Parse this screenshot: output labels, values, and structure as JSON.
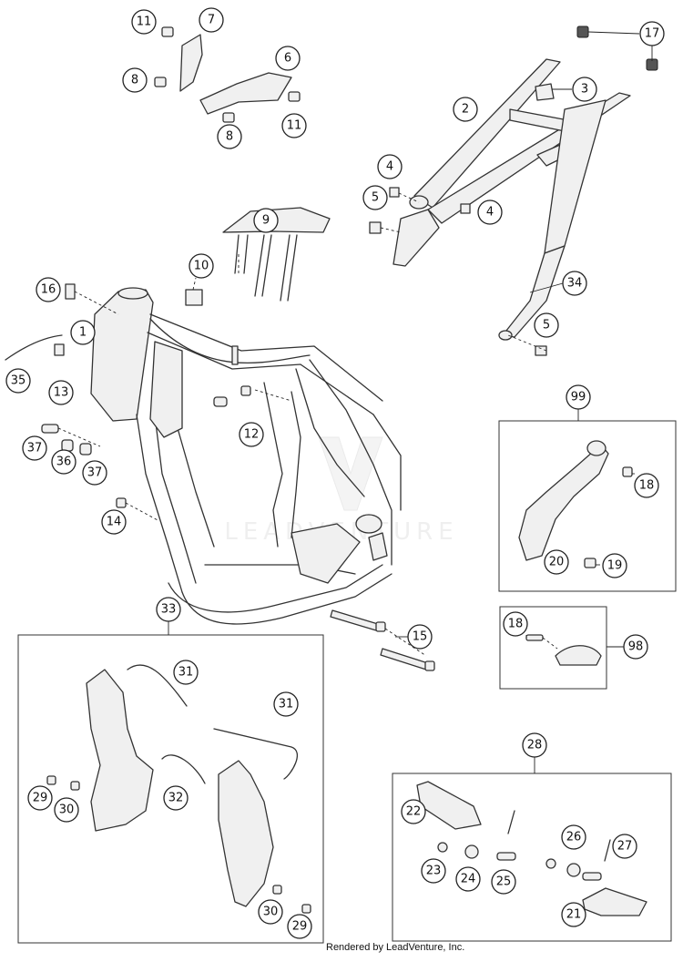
{
  "callouts": [
    "1",
    "2",
    "3",
    "4",
    "5",
    "6",
    "7",
    "8",
    "9",
    "10",
    "11",
    "12",
    "13",
    "14",
    "15",
    "16",
    "17",
    "18",
    "19",
    "20",
    "21",
    "22",
    "23",
    "24",
    "25",
    "26",
    "27",
    "28",
    "29",
    "30",
    "31",
    "32",
    "33",
    "34",
    "35",
    "36",
    "37",
    "98",
    "99"
  ],
  "watermark": "LEADVENTURE",
  "footer": "Rendered by LeadVenture, Inc."
}
